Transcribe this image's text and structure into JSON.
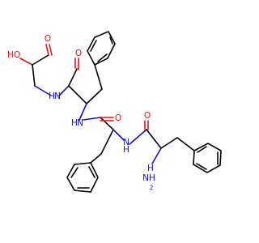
{
  "colors": {
    "oxygen": "#e8130d",
    "nitrogen": "#1010e0",
    "carbon": "#000000"
  },
  "labels": {
    "hydroxyl_h": "H",
    "hydroxyl_o": "O",
    "acid_o": "O",
    "nh_1": "H",
    "nh_1_n": "N",
    "amide_o_1": "O",
    "nh_2": "H",
    "nh_2_n": "N",
    "amide_o_2": "O",
    "nh_3": "H",
    "nh_3_n": "N",
    "amide_o_3": "O",
    "amine_h": "H",
    "amine_nh": "NH",
    "amine_2": "2"
  }
}
